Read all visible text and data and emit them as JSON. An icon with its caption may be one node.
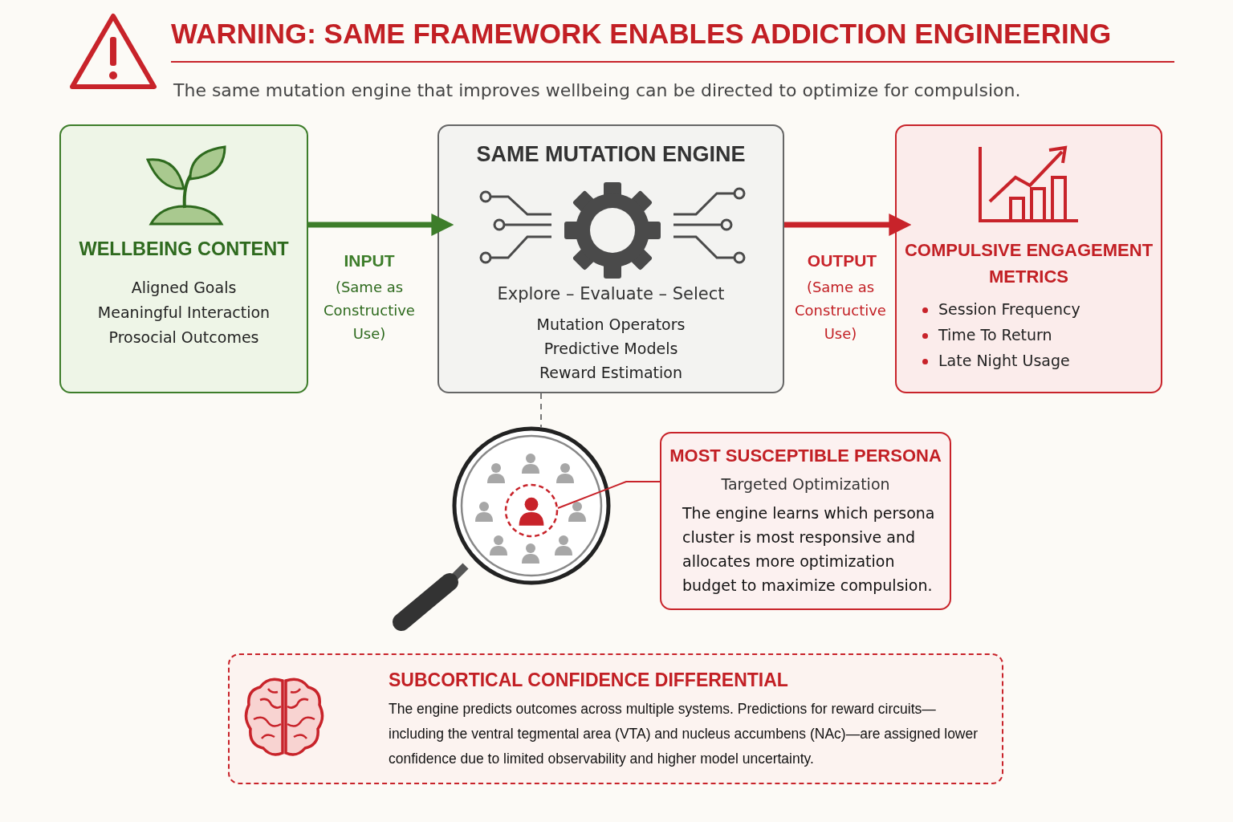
{
  "diagram": {
    "title": "WARNING: SAME FRAMEWORK ENABLES ADDICTION ENGINEERING",
    "nodes": [
      {
        "text": [
          "WELLBEING CONTENT",
          "Aligned Goals",
          "Meaningful Interaction",
          "Prosocial Outcomes"
        ]
      },
      {
        "text": [
          "SAME MUTATION ENGINE",
          "Explore – Evaluate – Select",
          "Mutation Operators",
          "Predictive Models",
          "Reward Estimation"
        ]
      },
      {
        "text": [
          "COMPULSIVE ENGAGEMENT METRICS",
          "Session Frequency",
          "Time To Return",
          "Late Night Usage"
        ]
      },
      {
        "text": [],
        "shape": "picture"
      },
      {
        "text": [],
        "shape": "person",
        "in": 3
      },
      {
        "text": [
          "MOST SUSCEPTIBLE PERSONA",
          "Targeted Optimization",
          "The engine learns which persona cluster is most responsive and allocates more optimization budget to maximize compulsion."
        ]
      },
      {
        "text": [
          "SUBCORTICAL CONFIDENCE DIFFERENTIAL",
          "The engine predicts outcomes across multiple systems. Predictions for reward circuits—including the ventral tegmental area (VTA) and nucleus accumbens (NAc)—are assigned lower confidence due to limited observability and higher model uncertainty."
        ]
      }
    ],
    "edges": [
      {
        "from": 0,
        "to": 1,
        "arrow": "to",
        "label": "INPUT",
        "style": "thick",
        "color": "#3d7d2a"
      },
      {
        "from": 1,
        "to": 2,
        "arrow": "to",
        "label": "OUTPUT",
        "style": "thick",
        "color": "#c8232a"
      },
      {
        "from": 1,
        "to": 3,
        "arrow": "none",
        "style": "dashed",
        "color": "#777777"
      },
      {
        "from": 5,
        "to": 4,
        "arrow": "none",
        "color": "#c8232a"
      }
    ],
    "labels": [
      "The same mutation engine that improves wellbeing can be directed to optimize for compulsion.",
      "(Same as Constructive Use)",
      "(Same as Constructive Use)"
    ]
  }
}
